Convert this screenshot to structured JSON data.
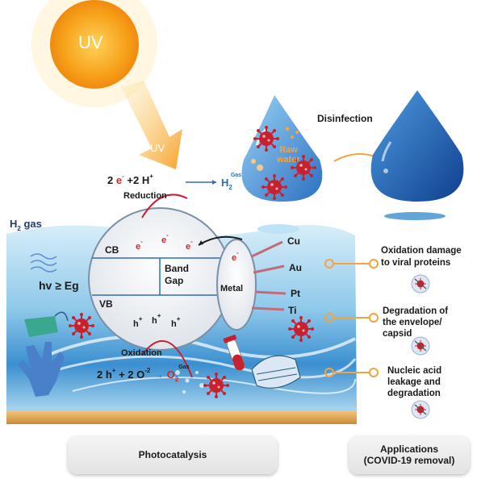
{
  "sun": {
    "label": "UV"
  },
  "uv_arrow": {
    "label": "UV"
  },
  "reduction": {
    "equation": {
      "coef1": "2",
      "e": "e",
      "e_charge": "-",
      "plus": "+2",
      "h": "H",
      "h_charge": "+",
      "product": "H",
      "product_sub": "2",
      "product_sup": "Gas"
    },
    "label": "Reduction"
  },
  "h2_gas": {
    "h": "H",
    "sub": "2",
    "text": "gas"
  },
  "semiconductor": {
    "cb": "CB",
    "vb": "VB",
    "band_gap_line1": "Band",
    "band_gap_line2": "Gap",
    "electron": "e",
    "electron_charge": "-",
    "hole": "h",
    "hole_charge": "+"
  },
  "excitation": {
    "text": "hv ≥ Eg"
  },
  "metal": {
    "label": "Metal",
    "electron": "e",
    "electron_charge": "-"
  },
  "metals": [
    "Cu",
    "Au",
    "Pt",
    "Ti"
  ],
  "oxidation": {
    "label": "Oxidation",
    "equation": {
      "h_coef": "2 h",
      "h_charge": "+",
      "plus": "+ 2 O",
      "o_charge": "-2",
      "arrow": "→",
      "product": "O",
      "product_sub": "2",
      "product_sup": "Gas"
    }
  },
  "disinfection": {
    "label": "Disinfection",
    "raw_water_line1": "Raw",
    "raw_water_line2": "water"
  },
  "applications_list": [
    {
      "line1": "Oxidation damage",
      "line2": "to viral proteins",
      "line3": ""
    },
    {
      "line1": "Degradation of",
      "line2": "the envelope/",
      "line3": "capsid"
    },
    {
      "line1": "Nucleic acid",
      "line2": "leakage and",
      "line3": "degradation"
    }
  ],
  "footer": {
    "photocatalysis": "Photocatalysis",
    "applications_line1": "Applications",
    "applications_line2": "(COVID-19 removal)"
  },
  "colors": {
    "sun": "#f7a21b",
    "water_dark": "#1e5aa8",
    "water_light": "#bfe3f6",
    "virus": "#c7212f",
    "arrow_orange": "#f4a340",
    "text_red": "#d4262b"
  }
}
